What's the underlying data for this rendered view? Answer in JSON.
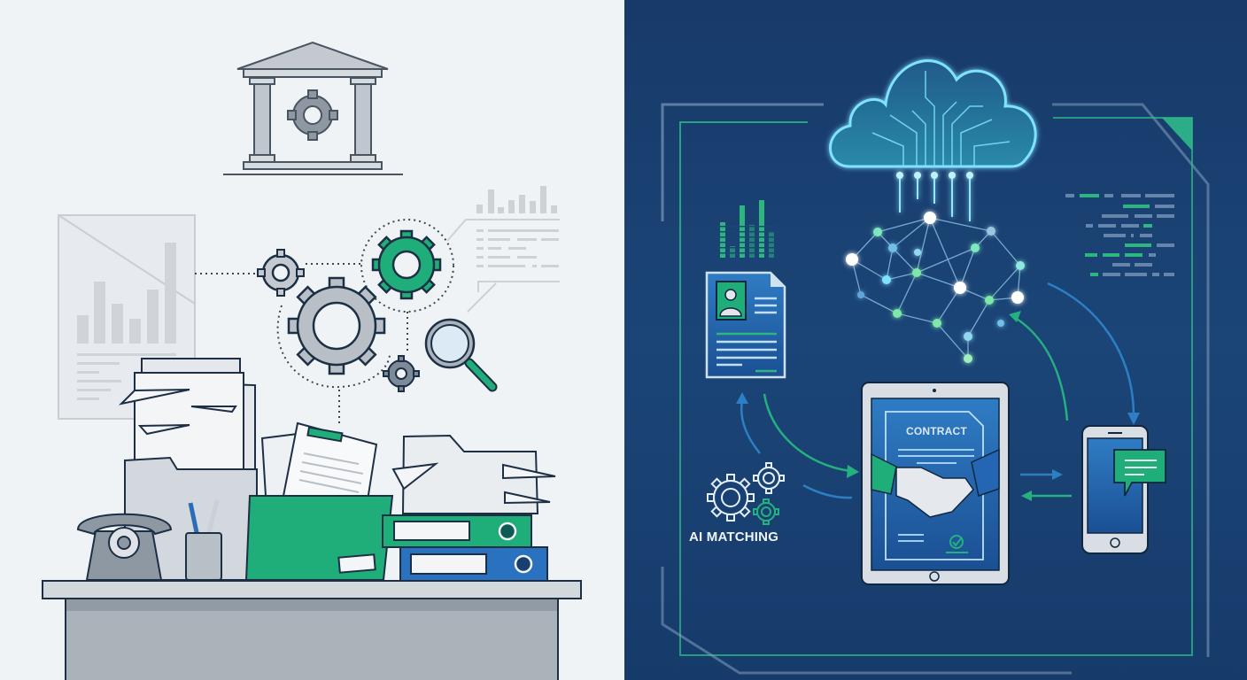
{
  "illustration": {
    "left_panel": {
      "theme": "traditional-office",
      "elements": [
        "institution-building-with-gear",
        "gear-cluster",
        "magnifier",
        "chart-document",
        "bar-chart-card",
        "paper-stack",
        "file-folder",
        "green-folder",
        "phone",
        "pen-holder",
        "binders",
        "desk"
      ]
    },
    "right_panel": {
      "theme": "digital-ai-workflow",
      "elements": [
        "circuit-cloud",
        "neural-network",
        "resume-document",
        "equalizer-bars",
        "code-lines",
        "tablet-contract",
        "handshake",
        "smartphone-chat",
        "ai-matching-gears",
        "flow-arrows",
        "glass-frame"
      ],
      "tablet": {
        "label": "CONTRACT"
      },
      "gears": {
        "label": "AI MATCHING"
      }
    }
  },
  "colors": {
    "left_bg": "#eff3f6",
    "right_bg": "#1b4577",
    "accent_green": "#1fb57d",
    "accent_blue": "#2a7bc4",
    "outline_dark": "#1c2f45",
    "gray_fill": "#c5ccd3",
    "glow_cyan": "#6fe0ff"
  }
}
